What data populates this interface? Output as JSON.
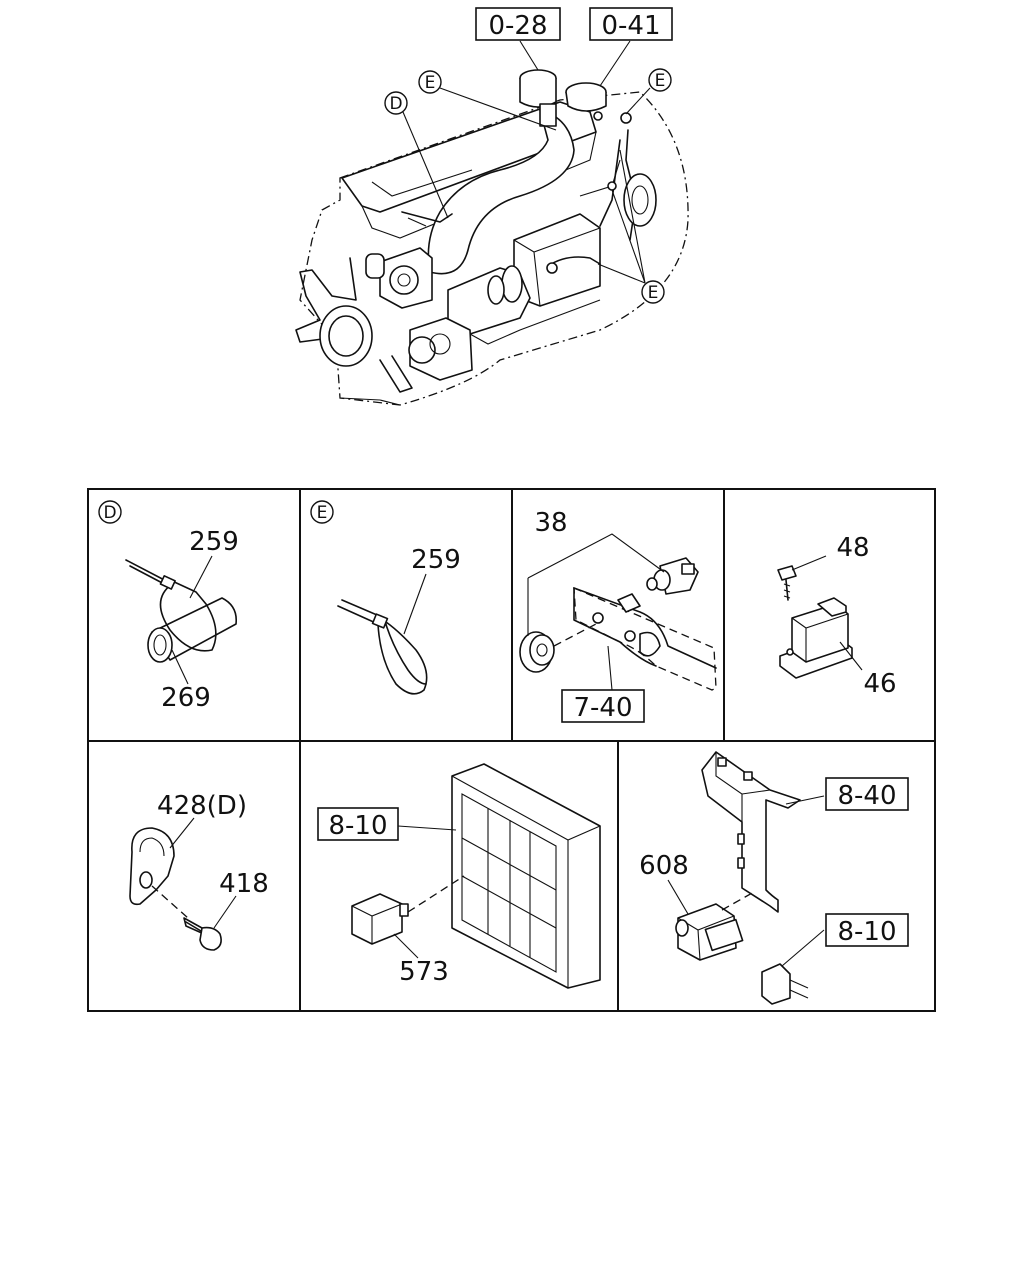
{
  "main_view": {
    "refs": {
      "r028": "0-28",
      "r041": "0-41"
    },
    "callouts": {
      "e1": "E",
      "e2": "E",
      "e3": "E",
      "d": "D"
    }
  },
  "panels": {
    "d": {
      "marker": "D",
      "p259": "259",
      "p269": "269"
    },
    "e": {
      "marker": "E",
      "p259": "259"
    },
    "sensor": {
      "p38": "38",
      "ref740": "7-40"
    },
    "relay": {
      "p48": "48",
      "p46": "46"
    },
    "clip": {
      "p428": "428(D)",
      "p418": "418"
    },
    "fusebox": {
      "ref810": "8-10",
      "p573": "573"
    },
    "bracket": {
      "ref840": "8-40",
      "p608": "608",
      "ref810": "8-10"
    }
  }
}
